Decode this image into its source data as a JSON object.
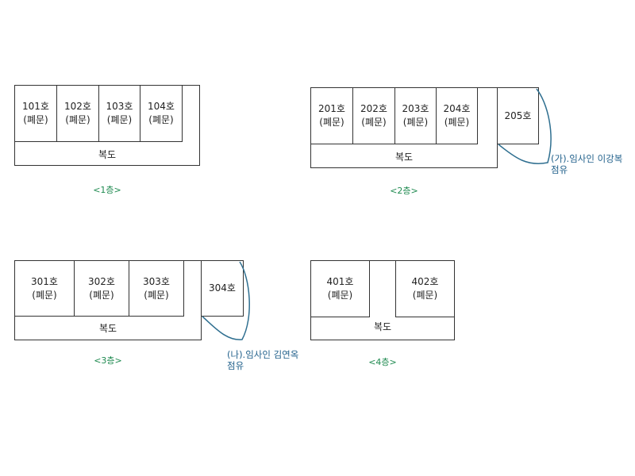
{
  "floors": [
    {
      "label": "<1층>",
      "corridor": "복도",
      "rooms": [
        {
          "name": "101호",
          "status": "(폐문)"
        },
        {
          "name": "102호",
          "status": "(폐문)"
        },
        {
          "name": "103호",
          "status": "(폐문)"
        },
        {
          "name": "104호",
          "status": "(폐문)"
        }
      ]
    },
    {
      "label": "<2층>",
      "corridor": "복도",
      "rooms": [
        {
          "name": "201호",
          "status": "(폐문)"
        },
        {
          "name": "202호",
          "status": "(폐문)"
        },
        {
          "name": "203호",
          "status": "(폐문)"
        },
        {
          "name": "204호",
          "status": "(폐문)"
        },
        {
          "name": "205호",
          "status": ""
        }
      ],
      "note": [
        "(가).임사인 이강복",
        "점유"
      ]
    },
    {
      "label": "<3층>",
      "corridor": "복도",
      "rooms": [
        {
          "name": "301호",
          "status": "(폐문)"
        },
        {
          "name": "302호",
          "status": "(폐문)"
        },
        {
          "name": "303호",
          "status": "(폐문)"
        },
        {
          "name": "304호",
          "status": ""
        }
      ],
      "note": [
        "(나).임사인 김연옥",
        "점유"
      ]
    },
    {
      "label": "<4층>",
      "corridor": "복도",
      "rooms": [
        {
          "name": "401호",
          "status": "(폐문)"
        },
        {
          "name": "402호",
          "status": "(폐문)"
        }
      ]
    }
  ],
  "colors": {
    "floor_label": "#1f8a50",
    "note_text": "#1f5f8a",
    "lines": "#333333"
  }
}
